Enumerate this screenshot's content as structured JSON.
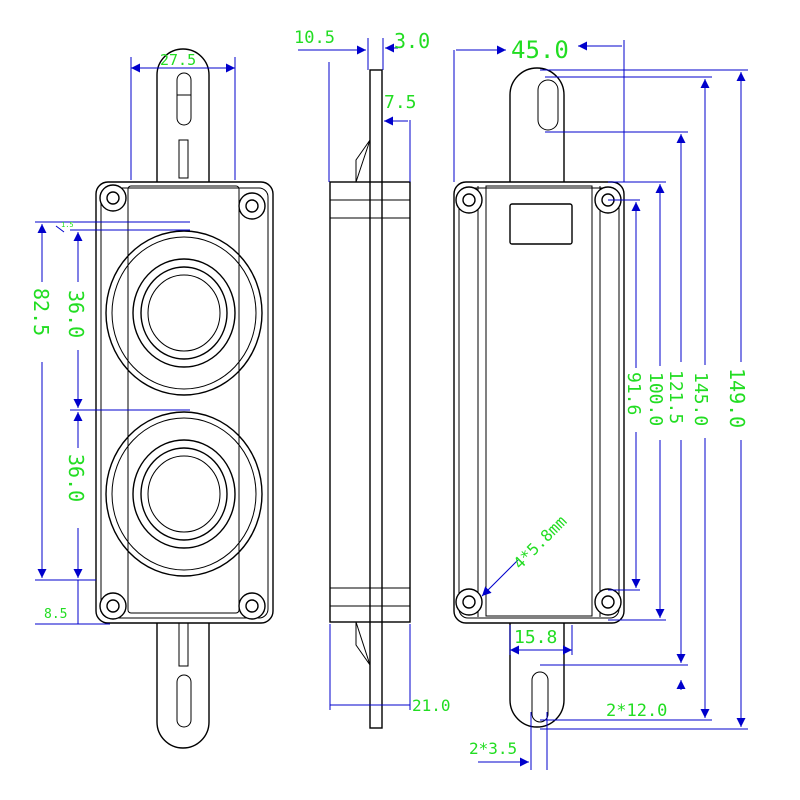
{
  "dimensions": {
    "front_width": "27.5",
    "front_pitch_total": "82.5",
    "front_cone_1": "36.0",
    "front_cone_2": "36.0",
    "front_hole_offset": "8.5",
    "front_tiny": "1.5",
    "side_flange": "10.5",
    "side_tab": "3.0",
    "side_tab_offset": "7.5",
    "side_depth": "21.0",
    "back_width": "45.0",
    "height_overall": "149.0",
    "height_tabs": "145.0",
    "height_slots": "121.5",
    "height_body": "100.0",
    "height_holes": "91.6",
    "hole_spec": "4*5.8mm",
    "label_width": "15.8",
    "slot_length": "2*12.0",
    "slot_width": "2*3.5"
  }
}
